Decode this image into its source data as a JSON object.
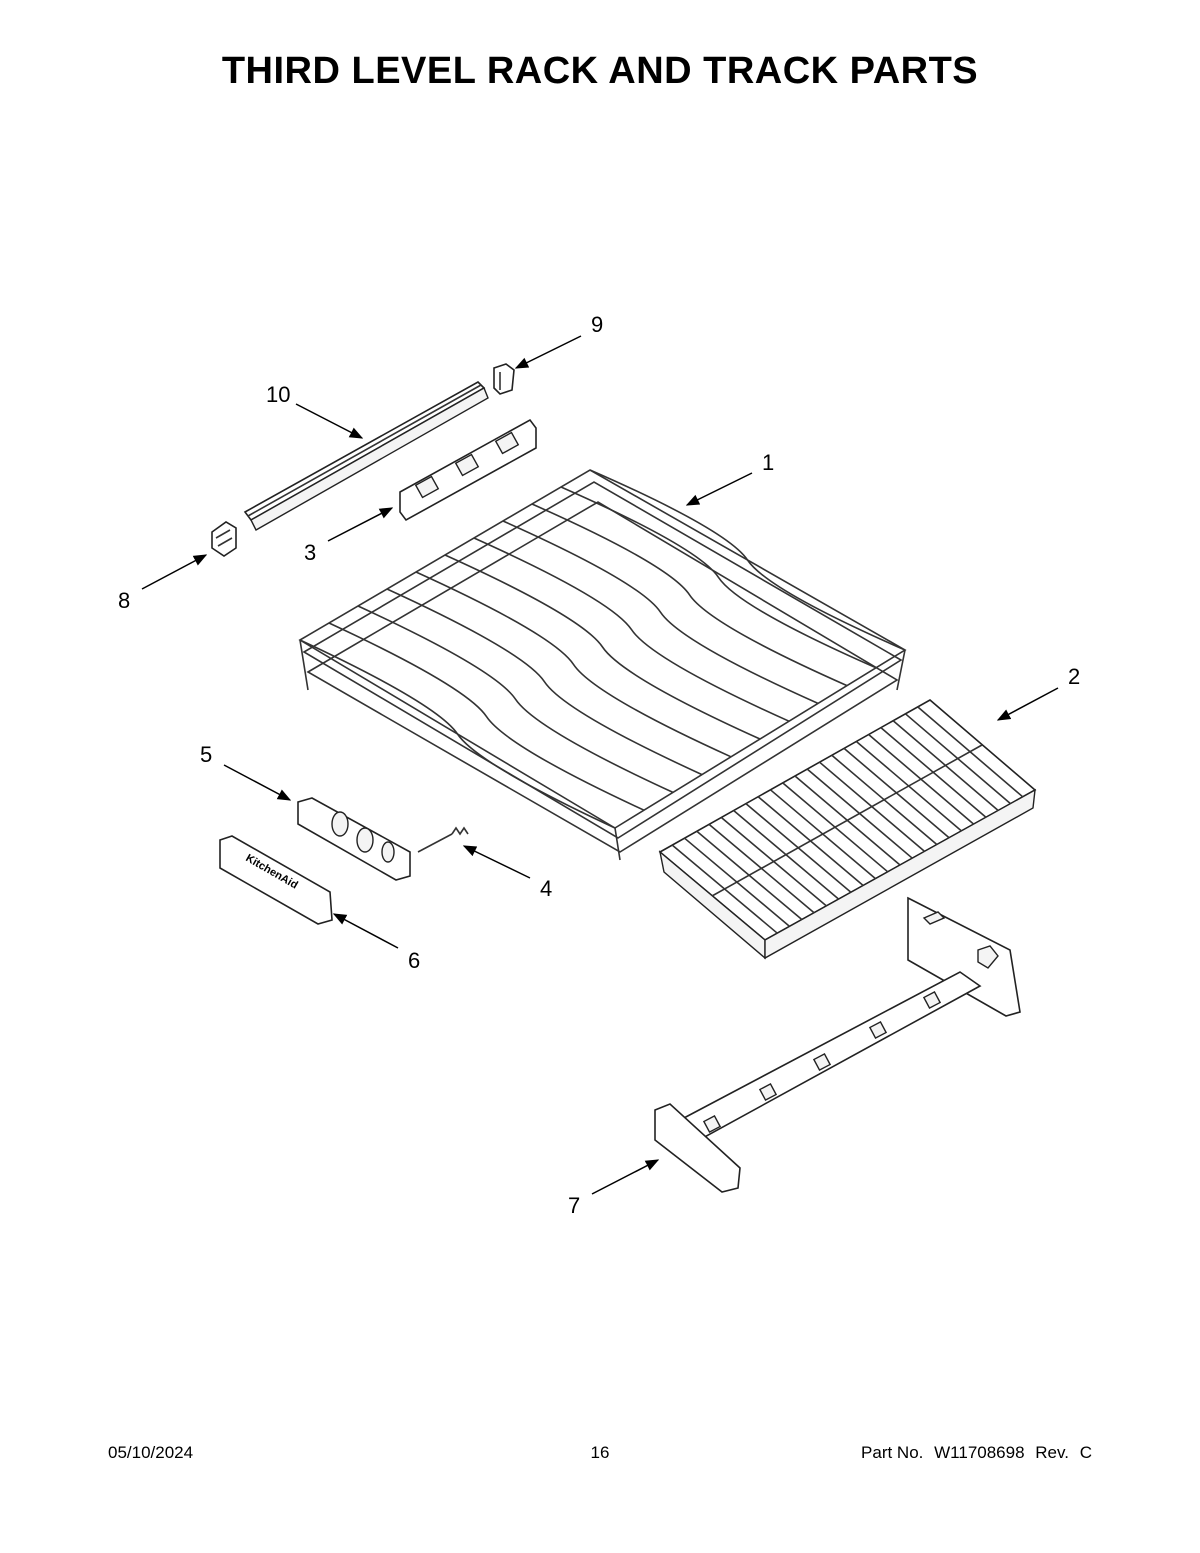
{
  "title": "THIRD LEVEL RACK AND TRACK PARTS",
  "callouts": [
    "1",
    "2",
    "3",
    "4",
    "5",
    "6",
    "7",
    "8",
    "9",
    "10"
  ],
  "badge_text": "KitchenAid",
  "footer": {
    "date": "05/10/2024",
    "page": "16",
    "part_label": "Part No.",
    "part_number": "W11708698",
    "rev_label": "Rev.",
    "rev": "C"
  }
}
